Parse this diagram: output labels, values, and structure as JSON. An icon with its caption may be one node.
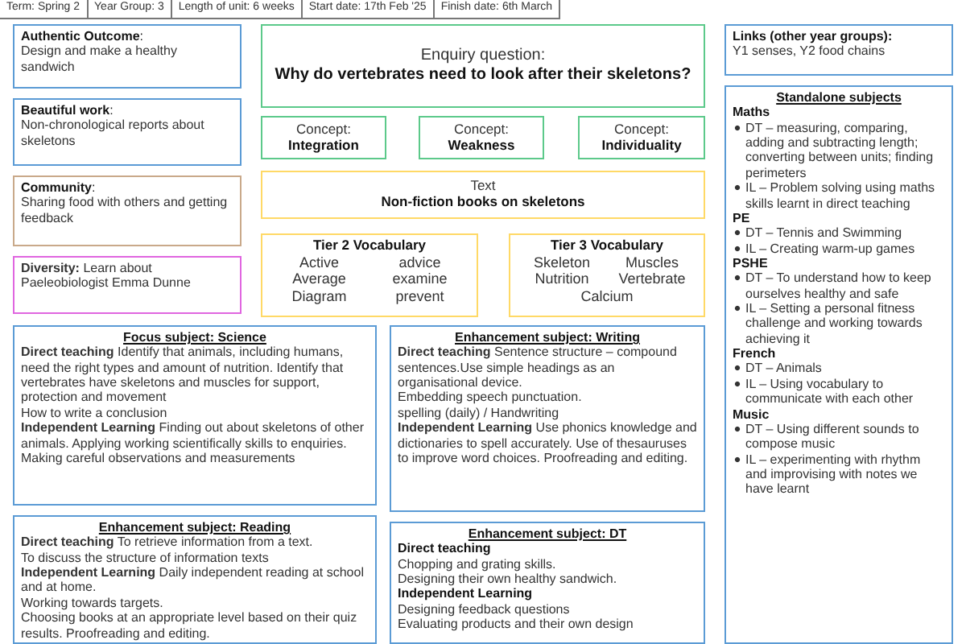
{
  "diagram": {
    "nodes": [
      {
        "text": [
          "**Authentic Outcome**:",
          "Design and make a healthy sandwich"
        ]
      },
      {
        "text": [
          "Enquiry question:",
          "Why do vertebrates need to look after their skeletons?"
        ]
      },
      {
        "text": [
          "Links (other year groups):",
          "Y1 senses, Y2 food chains"
        ]
      },
      {
        "text": [
          "**Beautiful work**:",
          "Non-chronological reports about skeletons"
        ]
      },
      {
        "text": [
          "Concept:",
          "Integration"
        ]
      },
      {
        "text": [
          "Concept:",
          "Weakness"
        ]
      },
      {
        "text": [
          "Concept:",
          "Individuality"
        ]
      },
      {
        "text": [
          "**Community**:",
          "Sharing food with others and getting feedback"
        ]
      },
      {
        "text": [
          "Text",
          "Non-fiction books on skeletons"
        ]
      },
      {
        "text": [
          "**Diversity:** Learn about Paeleobiologist Emma Dunne"
        ]
      },
      {
        "text": [
          "Tier 2 Vocabulary",
          "Active",
          "advice",
          "Average",
          "examine",
          "Diagram",
          "prevent"
        ]
      },
      {
        "text": [
          "Tier 3 Vocabulary",
          "Skeleton",
          "Muscles",
          "Nutrition",
          "Vertebrate",
          "Calcium"
        ]
      },
      {
        "text": [
          "Standalone subjects",
          "Maths",
          "DT – measuring, comparing, adding and subtracting length; converting between units; finding perimeters",
          "IL – Problem solving using maths skills learnt in direct teaching",
          "PE",
          "DT – Tennis and Swimming",
          "IL – Creating warm-up games",
          "PSHE",
          "DT – To understand how to keep ourselves healthy and safe",
          "IL – Setting a personal fitness challenge and working towards achieving it",
          "French",
          "DT – Animals",
          "IL – Using vocabulary to communicate with each other",
          "Music",
          "DT – Using different sounds to compose music",
          "IL – experimenting with rhythm and improvising with notes we have learnt"
        ]
      },
      {
        "text": [
          "Focus subject: Science",
          "**Direct teaching** Identify that animals, including humans, need the right types and amount of nutrition. Identify that vertebrates have skeletons and muscles for support, protection and movement",
          "How to write a conclusion",
          "**Independent Learning** Finding out about skeletons of other animals. Applying working scientifically skills to enquiries. Making careful observations and measurements"
        ]
      },
      {
        "text": [
          "Enhancement subject: Writing",
          "**Direct teaching** Sentence structure – compound sentences.Use simple headings as an organisational device.",
          "Embedding speech punctuation.",
          "spelling (daily) / Handwriting",
          "**Independent Learning** Use phonics knowledge and dictionaries to spell accurately. Use of thesauruses to improve word choices. Proofreading and editing."
        ]
      },
      {
        "text": [
          "Enhancement subject: Reading",
          "**Direct teaching** To retrieve information from a text.",
          "To discuss the structure of information texts",
          "**Independent Learning** Daily independent reading at school and at home.",
          "Working towards targets.",
          "Choosing books at an appropriate level based on their quiz results. Proofreading and editing."
        ]
      },
      {
        "text": [
          "Enhancement subject: DT",
          "Direct teaching",
          "Chopping and grating skills.",
          "Designing their own healthy sandwich.",
          "Independent Learning",
          "Designing feedback questions",
          "Evaluating products and their own design"
        ]
      }
    ],
    "labels": [
      "Term: Spring 2",
      "Year Group: 3",
      "Length of unit: 6 weeks",
      "Start date: 17th Feb '25",
      "Finish date: 6th March"
    ]
  }
}
